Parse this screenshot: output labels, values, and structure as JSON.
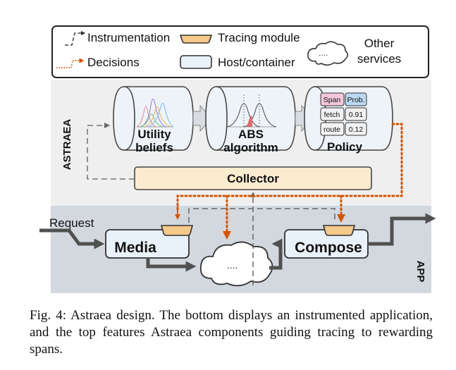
{
  "legend": {
    "instrumentation": "Instrumentation",
    "tracing_module": "Tracing module",
    "other_services_line1": "Other",
    "other_services_line2": "services",
    "decisions": "Decisions",
    "host_container": "Host/container",
    "cloud_dots": "...."
  },
  "astraea": {
    "label": "ASTRAEA",
    "utility_line1": "Utility",
    "utility_line2": "beliefs",
    "abs_line1": "ABS",
    "abs_line2": "algorithm",
    "policy_label": "Policy",
    "policy_table": {
      "headers": [
        "Span",
        "Prob."
      ],
      "rows": [
        [
          "fetch",
          "0.91"
        ],
        [
          "route",
          "0.12"
        ]
      ]
    },
    "collector": "Collector"
  },
  "app": {
    "label": "APP",
    "request": "Request",
    "media": "Media",
    "compose": "Compose",
    "cloud_dots": "...."
  },
  "caption": {
    "text": "Fig. 4: Astraea  design. The bottom displays an instrumented application, and the top features Astraea  components guiding tracing to rewarding spans."
  },
  "colors": {
    "astraea_bg": "#efeff0",
    "app_bg": "#d3d8de",
    "collector_fill": "#fbecd0",
    "tracing_fill": "#f5c98a",
    "host_fill": "#e9f1fa",
    "decision": "#d35400",
    "arrow_dark": "#505050"
  }
}
